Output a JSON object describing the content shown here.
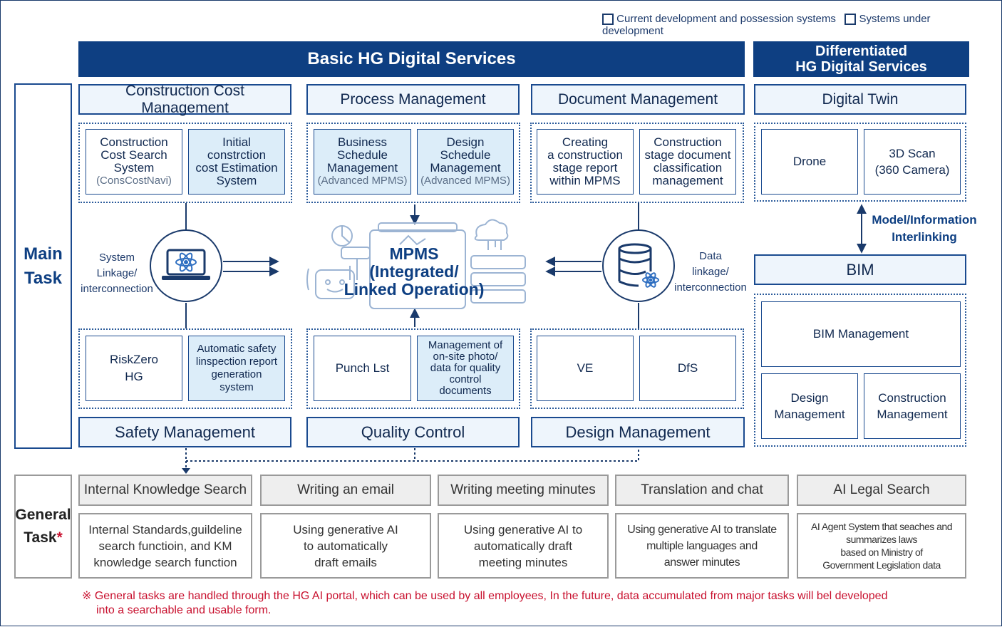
{
  "legend": {
    "current": "Current development and possession systems",
    "under_dev": "Systems under development"
  },
  "basic_title": "Basic HG Digital Services",
  "diff_title_1": "Differentiated",
  "diff_title_2": "HG Digital Services",
  "main_task_1": "Main",
  "main_task_2": "Task",
  "headers": {
    "cost": "Construction Cost Management",
    "process": "Process Management",
    "document": "Document Management",
    "twin": "Digital Twin",
    "safety": "Safety Management",
    "quality": "Quality Control",
    "design": "Design Management",
    "bim": "BIM"
  },
  "cost_boxes": [
    {
      "lines": [
        "Construction",
        "Cost Search",
        "System"
      ],
      "sub": "(ConsCostNavi)"
    },
    {
      "lines": [
        "Initial",
        "constrction",
        "cost Estimation",
        "System"
      ],
      "sub": ""
    }
  ],
  "process_boxes": [
    {
      "lines": [
        "Business",
        "Schedule",
        "Management"
      ],
      "sub": "(Advanced MPMS)"
    },
    {
      "lines": [
        "Design",
        "Schedule",
        "Management"
      ],
      "sub": "(Advanced MPMS)"
    }
  ],
  "document_boxes": [
    {
      "lines": [
        "Creating",
        "a construction",
        "stage report",
        "within MPMS"
      ]
    },
    {
      "lines": [
        "Construction",
        "stage document",
        "classification",
        "management"
      ]
    }
  ],
  "twin_boxes": [
    {
      "lines": [
        "Drone"
      ]
    },
    {
      "lines": [
        "3D Scan",
        "(360 Camera)"
      ]
    }
  ],
  "safety_boxes": [
    {
      "lines": [
        "RiskZero",
        "HG"
      ]
    },
    {
      "lines": [
        "Automatic safety",
        "linspection report",
        "generation",
        "system"
      ]
    }
  ],
  "quality_boxes": [
    {
      "lines": [
        "Punch Lst"
      ]
    },
    {
      "lines": [
        "Management of",
        "on-site photo/",
        "data for quality",
        "control",
        "documents"
      ]
    }
  ],
  "design_boxes": [
    {
      "lines": [
        "VE"
      ]
    },
    {
      "lines": [
        "DfS"
      ]
    }
  ],
  "bim_boxes": {
    "top": "BIM Management",
    "left": [
      "Design",
      "Management"
    ],
    "right": [
      "Construction",
      "Management"
    ]
  },
  "model_link": [
    "Model/Information",
    "Interlinking"
  ],
  "system_linkage": [
    "System",
    "Linkage/",
    "interconnection"
  ],
  "data_linkage": [
    "Data",
    "linkage/",
    "interconnection"
  ],
  "mpms": [
    "MPMS",
    "(Integrated/",
    "Linked Operation)"
  ],
  "general_task_1": "General",
  "general_task_2": "Task",
  "general_asterisk": "*",
  "general": [
    {
      "title": "Internal Knowledge Search",
      "desc": [
        "Internal Standards,guildeline",
        "search functioin, and KM",
        "knowledge search function"
      ]
    },
    {
      "title": "Writing an email",
      "desc": [
        "Using generative AI",
        "to automatically",
        "draft emails"
      ]
    },
    {
      "title": "Writing meeting minutes",
      "desc": [
        "Using generative AI to",
        "automatically draft",
        "meeting minutes"
      ]
    },
    {
      "title": "Translation and chat",
      "desc": [
        "Using generative AI to translate",
        "multiple languages and",
        "answer minutes"
      ]
    },
    {
      "title": "AI   Legal Search",
      "desc": [
        "AI Agent System that seaches and",
        "summarizes laws",
        "based on Ministry of",
        "Government Legislation data"
      ]
    }
  ],
  "footnote_1": "※ General tasks are handled through the HG AI portal, which can be used by all employees, In the future, data accumulated from major tasks will bel developed",
  "footnote_2": "into a searchable and usable form.",
  "colors": {
    "navy": "#0e3f82",
    "accent_red": "#c8102e",
    "light_blue": "#dcedf9"
  }
}
